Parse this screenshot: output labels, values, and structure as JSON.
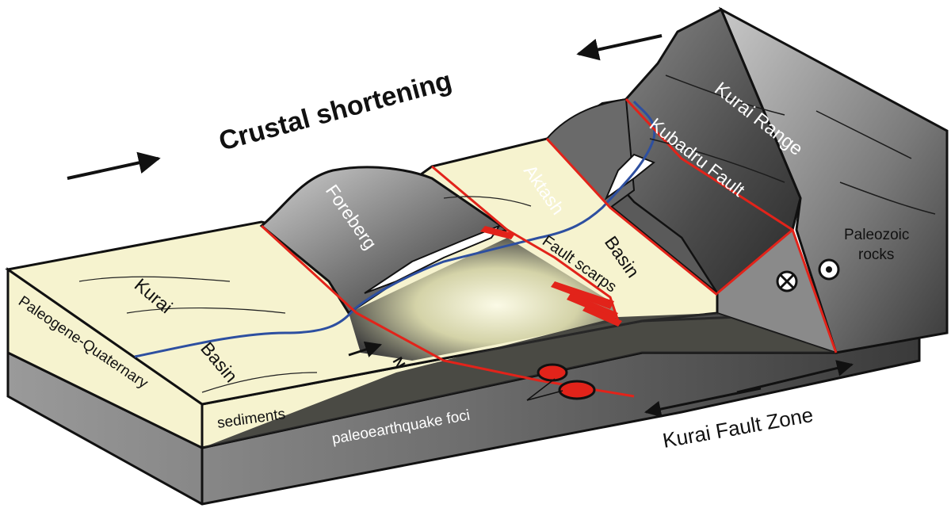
{
  "title": "Crustal shortening",
  "labels": {
    "kurai_range": "Kurai Range",
    "kubadru_fault": "Kubadru Fault",
    "aktash": "Aktash",
    "basin_aktash": "Basin",
    "foreberg": "Foreberg",
    "fault_scarps": "Fault scarps",
    "kurai": "Kurai",
    "basin_kurai": "Basin",
    "paleogene_quaternary": "Paleogene-Quaternary",
    "sediments": "sediments",
    "paleoearthquake_foci": "paleoearthquake foci",
    "kurai_fault_zone": "Kurai Fault Zone",
    "paleozoic": "Paleozoic",
    "rocks": "rocks",
    "north": "N"
  },
  "colors": {
    "fault": "#e2231a",
    "river": "#2d4fa0",
    "sediment": "#f6f3cf",
    "rock_dark": "#4a4a4a",
    "rock_mid": "#7d7d7d",
    "rock_light": "#b9b9b9"
  }
}
